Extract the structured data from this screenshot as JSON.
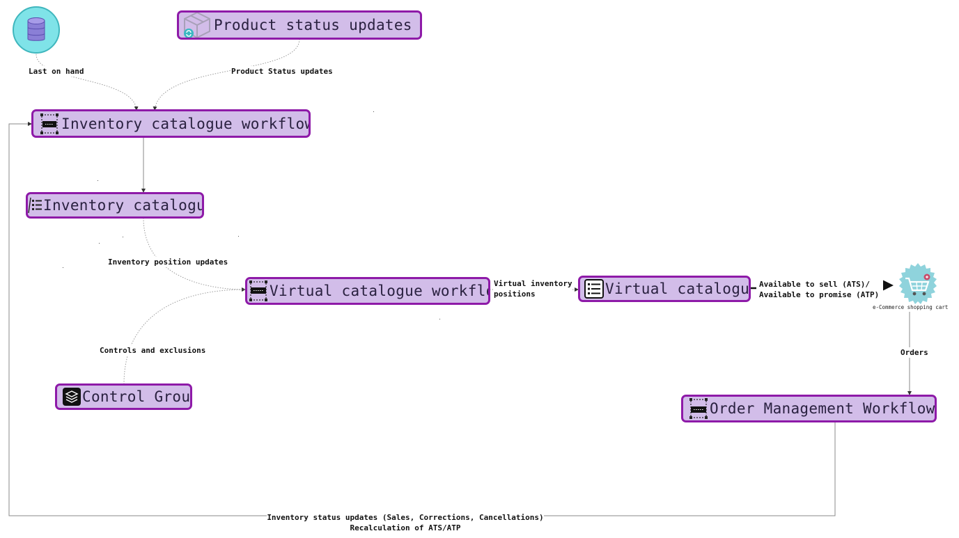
{
  "nodes": {
    "product_status": "Product status updates",
    "inventory_workflow": "Inventory catalogue workflow",
    "inventory_catalogue": "Inventory catalogue",
    "virtual_workflow": "Virtual catalogue workflow",
    "virtual_catalogue": "Virtual catalogue",
    "control_group": "Control Group",
    "order_workflow": "Order Management Workflow",
    "cart_caption": "e-Commerce shopping cart"
  },
  "edges": {
    "last_on_hand": "Last on hand",
    "product_status_updates": "Product Status updates",
    "inventory_position_updates": "Inventory position updates",
    "virtual_positions_1": "Virtual inventory",
    "virtual_positions_2": "positions",
    "ats_1": "Available to sell (ATS)/",
    "ats_2": "Available to promise (ATP)",
    "controls": "Controls and exclusions",
    "orders": "Orders",
    "status_updates_1": "Inventory status updates (Sales, Corrections, Cancellations)",
    "status_updates_2": "Recalculation of ATS/ATP"
  },
  "colors": {
    "node_fill": "#d2bde9",
    "node_border": "#8e1aa8",
    "database_fill": "#7fe3e8",
    "cart_fill": "#8fd3dc",
    "connector": "#9a9a9a"
  }
}
